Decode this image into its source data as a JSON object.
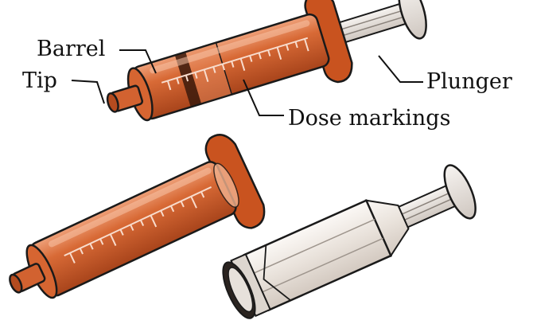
{
  "labels": {
    "barrel": "Barrel",
    "tip": "Tip",
    "plunger": "Plunger",
    "dose_markings": "Dose markings"
  },
  "colors": {
    "amber_body": "#d2622e",
    "amber_light": "#e8905f",
    "amber_dark": "#8e3514",
    "clear_barrel": "#ece6e0",
    "outline": "#1a1a1a",
    "marking": "#f6d6c4",
    "plunger_gray": "#e8e3de"
  }
}
